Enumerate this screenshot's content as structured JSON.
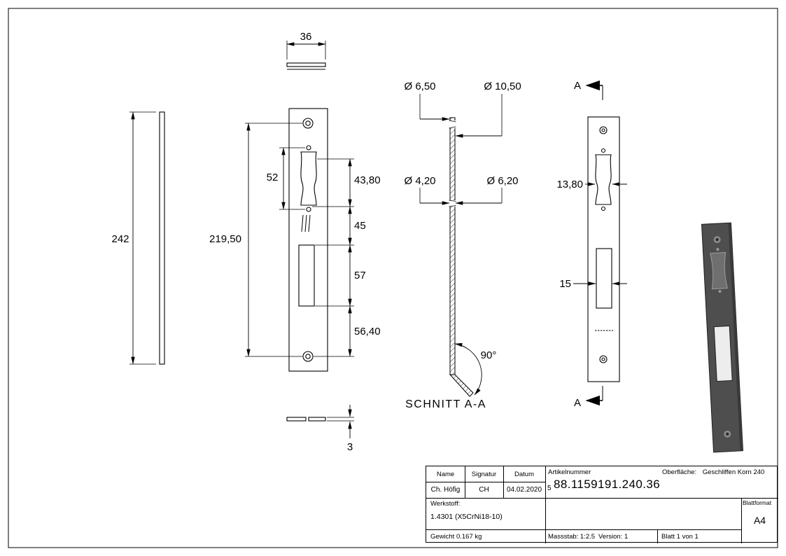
{
  "colors": {
    "line": "#000000",
    "background": "#ffffff",
    "plate_3d": "#4e4e4e",
    "plate_3d_cutout": "#ededed"
  },
  "dimensions": {
    "top_width": "36",
    "overall_height": "242",
    "latch_cutout_height": "52",
    "hole_spacing": "219,50",
    "hole_to_latch": "43,80",
    "latch_to_bolt": "45",
    "bolt_cutout_height": "57",
    "bolt_to_hole": "56,40",
    "thickness": "3",
    "dia_top_back": "Ø 6,50",
    "dia_top_front": "Ø 10,50",
    "dia_small_back": "Ø 4,20",
    "dia_small_front": "Ø 6,20",
    "bend_angle": "90°",
    "latch_cutout_width": "13,80",
    "bolt_cutout_width": "15"
  },
  "section": {
    "label": "SCHNITT A-A",
    "marker_top": "A",
    "marker_bottom": "A"
  },
  "title_block": {
    "headers": {
      "name": "Name",
      "signature": "Signatur",
      "date": "Datum"
    },
    "values": {
      "name": "Ch. Höfig",
      "signature": "CH",
      "date": "04.02.2020"
    },
    "article_label": "Artikelnummer",
    "article_prefix": "5",
    "article_number": "88.1159191.240.36",
    "surface_label": "Oberfläche:",
    "surface_value": "Geschliffen Korn 240",
    "material_label": "Werkstoff:",
    "material_value": "1.4301 (X5CrNi18-10)",
    "weight": "Gewicht 0.167 kg",
    "scale": "Massstab: 1:2.5",
    "version": "Version: 1",
    "sheet": "Blatt 1 von 1",
    "format_label": "Blattformat",
    "format_value": "A4"
  }
}
